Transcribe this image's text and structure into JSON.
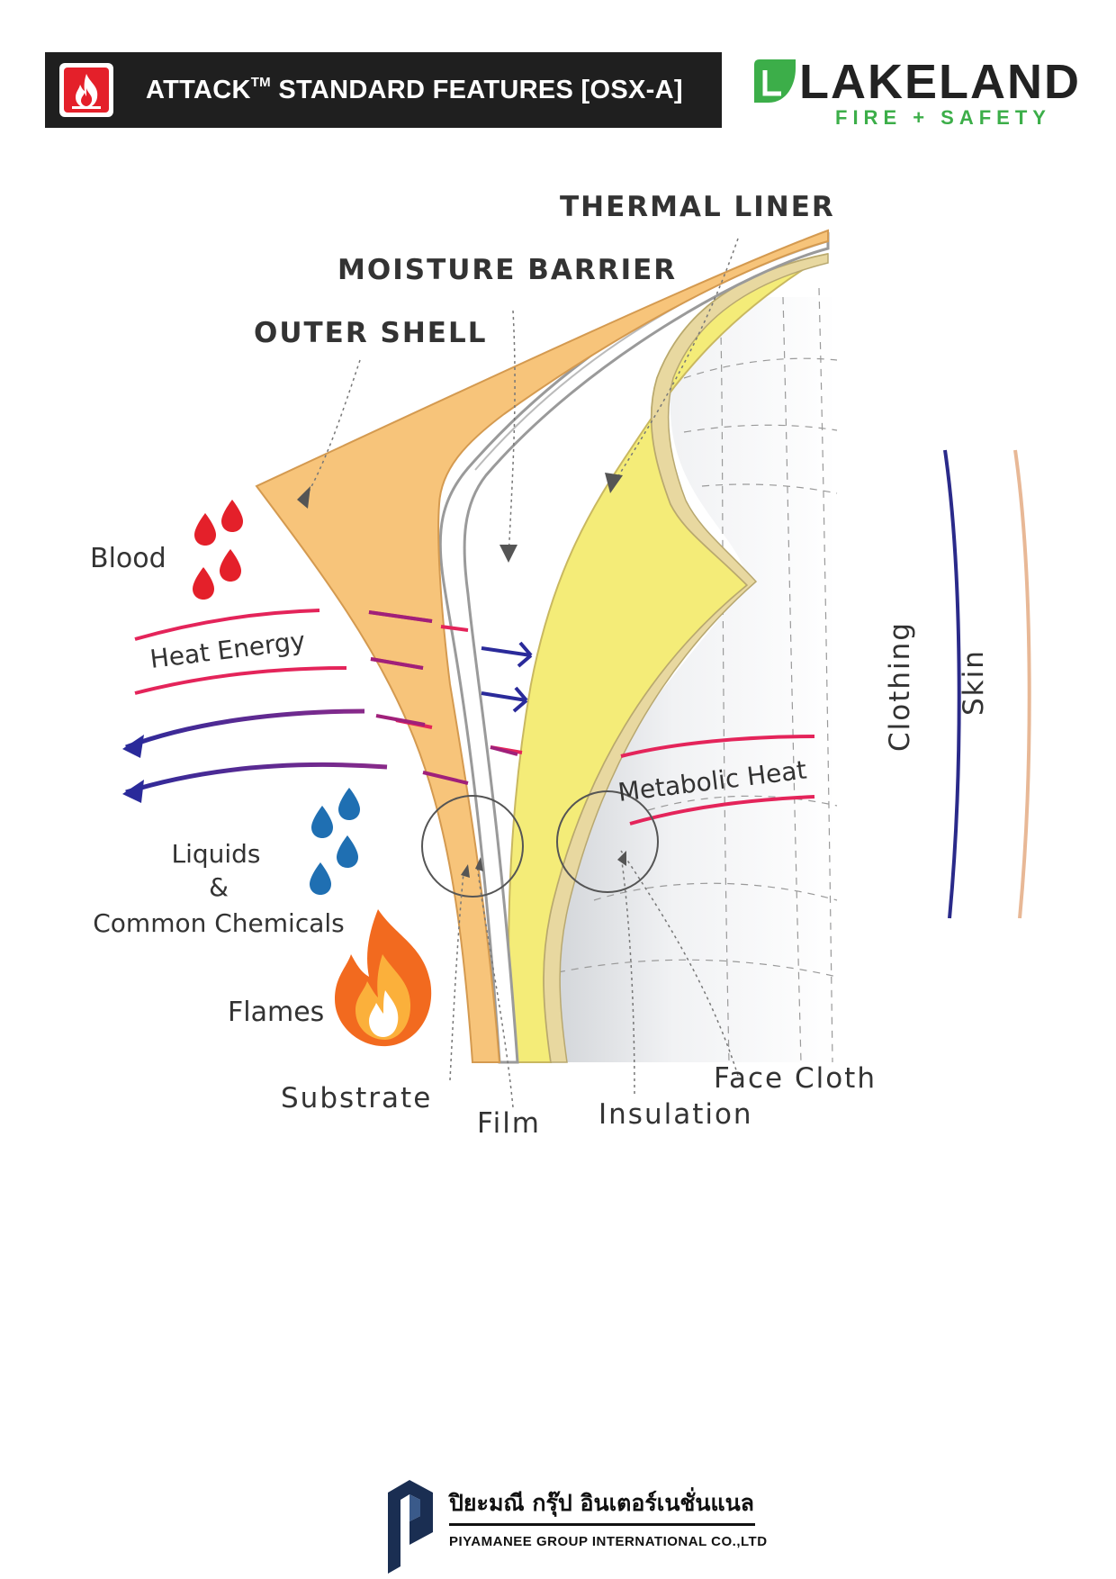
{
  "header": {
    "title_main": "ATTACK",
    "title_tm": "TM",
    "title_rest": "STANDARD FEATURES [OSX-A]",
    "icon": "flame-icon"
  },
  "brand": {
    "name": "LAKELAND",
    "tagline": "FIRE + SAFETY",
    "color_accent": "#3cae49"
  },
  "diagram": {
    "layers": {
      "thermal_liner": "THERMAL LINER",
      "moisture_barrier": "MOISTURE BARRIER",
      "outer_shell": "OUTER SHELL"
    },
    "hazards": {
      "blood": "Blood",
      "heat_energy": "Heat Energy",
      "liquids": "Liquids",
      "ampersand": "&",
      "chemicals": "Common Chemicals",
      "flames": "Flames"
    },
    "components": {
      "substrate": "Substrate",
      "film": "Film",
      "insulation": "Insulation",
      "face_cloth": "Face Cloth",
      "metabolic_heat": "Metabolic Heat"
    },
    "body": {
      "clothing": "Clothing",
      "skin": "Skin"
    },
    "colors": {
      "outer_shell": "#f7c47a",
      "thermal_liner": "#f4ec78",
      "heat": "#e4245a",
      "blood": "#e4202a",
      "liquid": "#1f6fb2",
      "clothing": "#2a2a8a",
      "skin": "#e8b896"
    }
  },
  "footer": {
    "company_th": "ปิยะมณี กรุ๊ป อินเตอร์เนชั่นแนล",
    "company_en": "PIYAMANEE GROUP INTERNATIONAL CO.,LTD"
  }
}
